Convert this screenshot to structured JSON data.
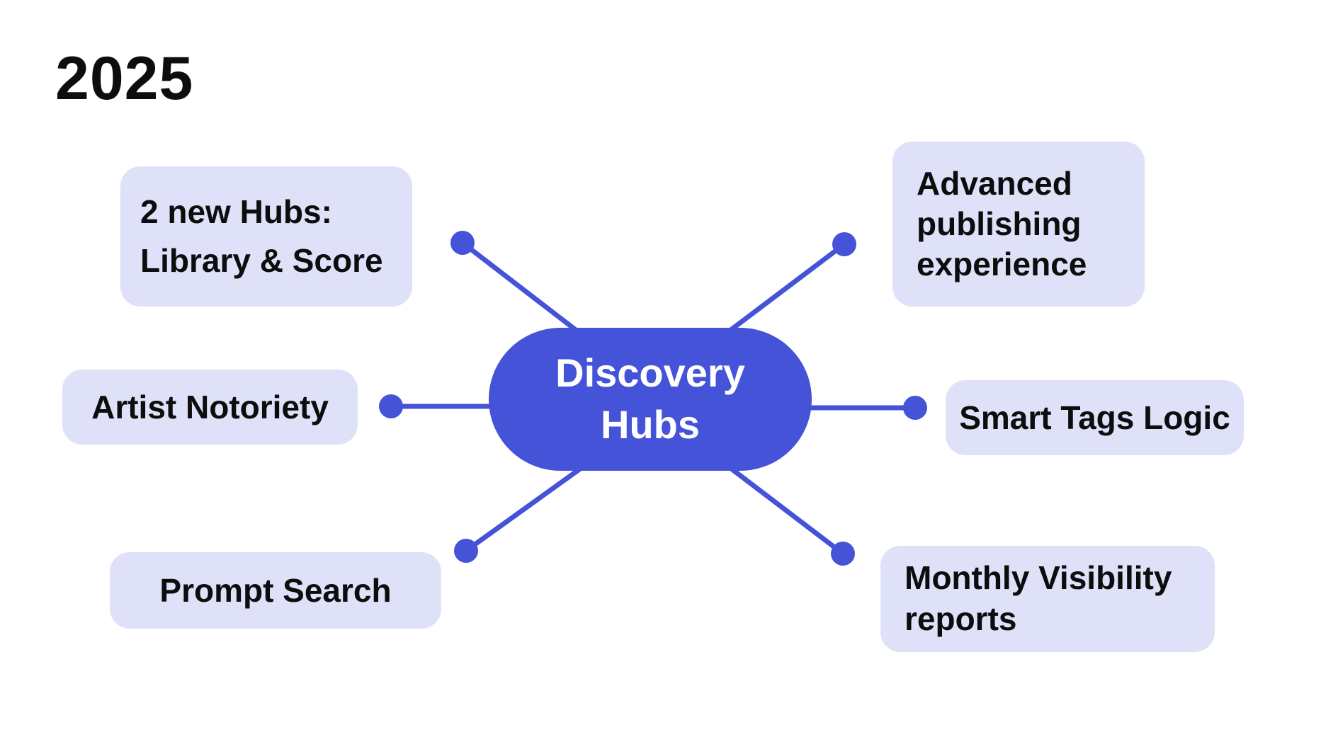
{
  "title": "2025",
  "colors": {
    "accent_blue": "#4453d7",
    "node_bg": "#dfe1f8",
    "text_dark": "#0d0d0d",
    "center_text": "#ffffff",
    "background": "#ffffff"
  },
  "center": {
    "name": "Discovery Hubs",
    "lines": [
      "Discovery",
      "Hubs"
    ]
  },
  "nodes": {
    "new_hubs": {
      "lines": [
        "2 new Hubs:",
        "Library & Score"
      ]
    },
    "artist_notoriety": {
      "lines": [
        "Artist Notoriety"
      ]
    },
    "prompt_search": {
      "lines": [
        "Prompt Search"
      ]
    },
    "advanced_publishing": {
      "lines": [
        "Advanced",
        "publishing",
        "experience"
      ]
    },
    "smart_tags": {
      "lines": [
        "Smart Tags Logic"
      ]
    },
    "monthly_reports": {
      "lines": [
        "Monthly Visibility",
        "reports"
      ]
    }
  }
}
